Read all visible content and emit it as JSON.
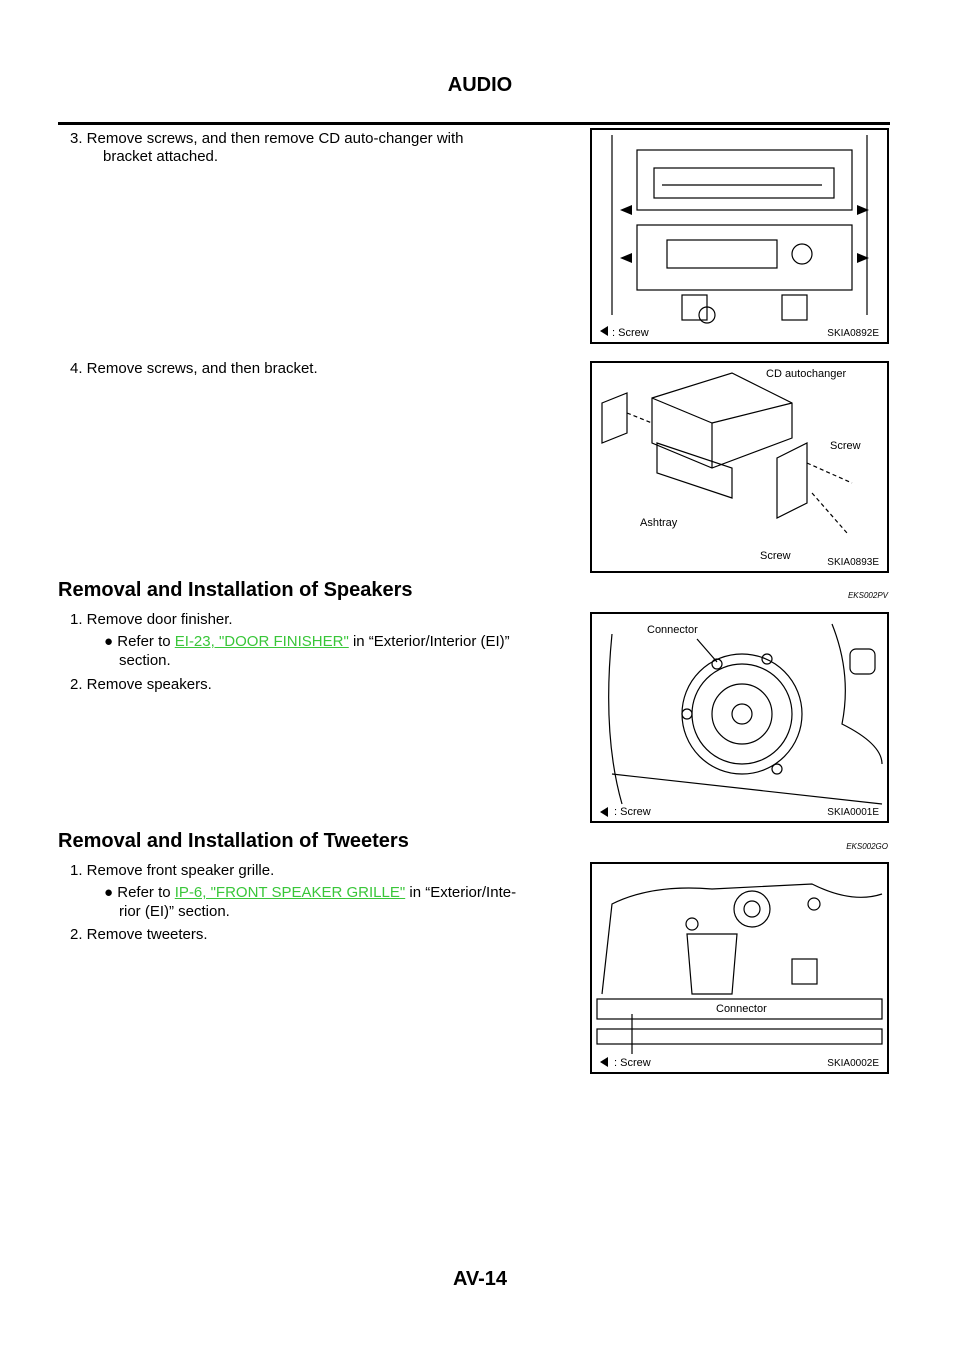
{
  "header": {
    "title": "AUDIO"
  },
  "section_cd": {
    "step3": "3.  Remove screws, and then remove CD auto-changer with",
    "step3_cont": "bracket attached.",
    "step4": "4.  Remove screws, and then bracket.",
    "fig1": {
      "legend": ": Screw",
      "id": "SKIA0892E"
    },
    "fig2": {
      "labels": [
        "CD autochanger",
        "Screw",
        "Ashtray",
        "Screw"
      ],
      "id": "SKIA0893E"
    }
  },
  "section_speakers": {
    "title": "Removal and Installation of Speakers",
    "code": "EKS002PV",
    "step1": "1.  Remove door finisher.",
    "bullet_prefix": "Refer to",
    "link": "EI-23, \"DOOR FINISHER\"",
    "bullet_suffix": "in “Exterior/Interior (EI)”",
    "bullet_cont": "section.",
    "step2": "2.  Remove speakers.",
    "fig": {
      "labels": [
        "Connector"
      ],
      "legend": ": Screw",
      "id": "SKIA0001E"
    }
  },
  "section_tweeters": {
    "title": "Removal and Installation of Tweeters",
    "code": "EKS002GO",
    "step1": "1.  Remove front speaker grille.",
    "bullet_prefix": "Refer to",
    "link": "IP-6, \"FRONT SPEAKER GRILLE\"",
    "bullet_suffix": "in “Exterior/Inte-",
    "bullet_cont": "rior (EI)” section.",
    "step2": "2.  Remove tweeters.",
    "fig": {
      "labels": [
        "Connector"
      ],
      "legend": ": Screw",
      "id": "SKIA0002E"
    }
  },
  "footer": {
    "page": "AV-14"
  },
  "colors": {
    "link": "#39c639"
  }
}
